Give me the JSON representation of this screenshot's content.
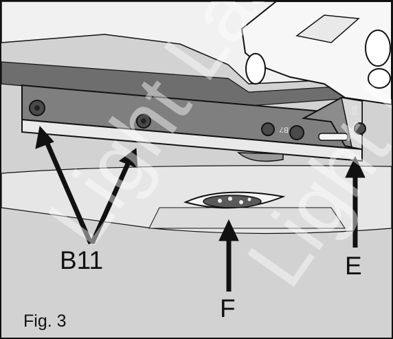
{
  "figure": {
    "caption": "Fig. 3",
    "callouts": {
      "b11": "B11",
      "f": "F",
      "e": "E"
    },
    "part_labels": {
      "b7": "B7",
      "b9": "B9"
    },
    "watermark": "Light Laser"
  },
  "colors": {
    "background": "#d2d2d2",
    "part_dark": "#7f7f7f",
    "part_light": "#ededed",
    "outline": "#111111",
    "arrow": "#111111"
  }
}
